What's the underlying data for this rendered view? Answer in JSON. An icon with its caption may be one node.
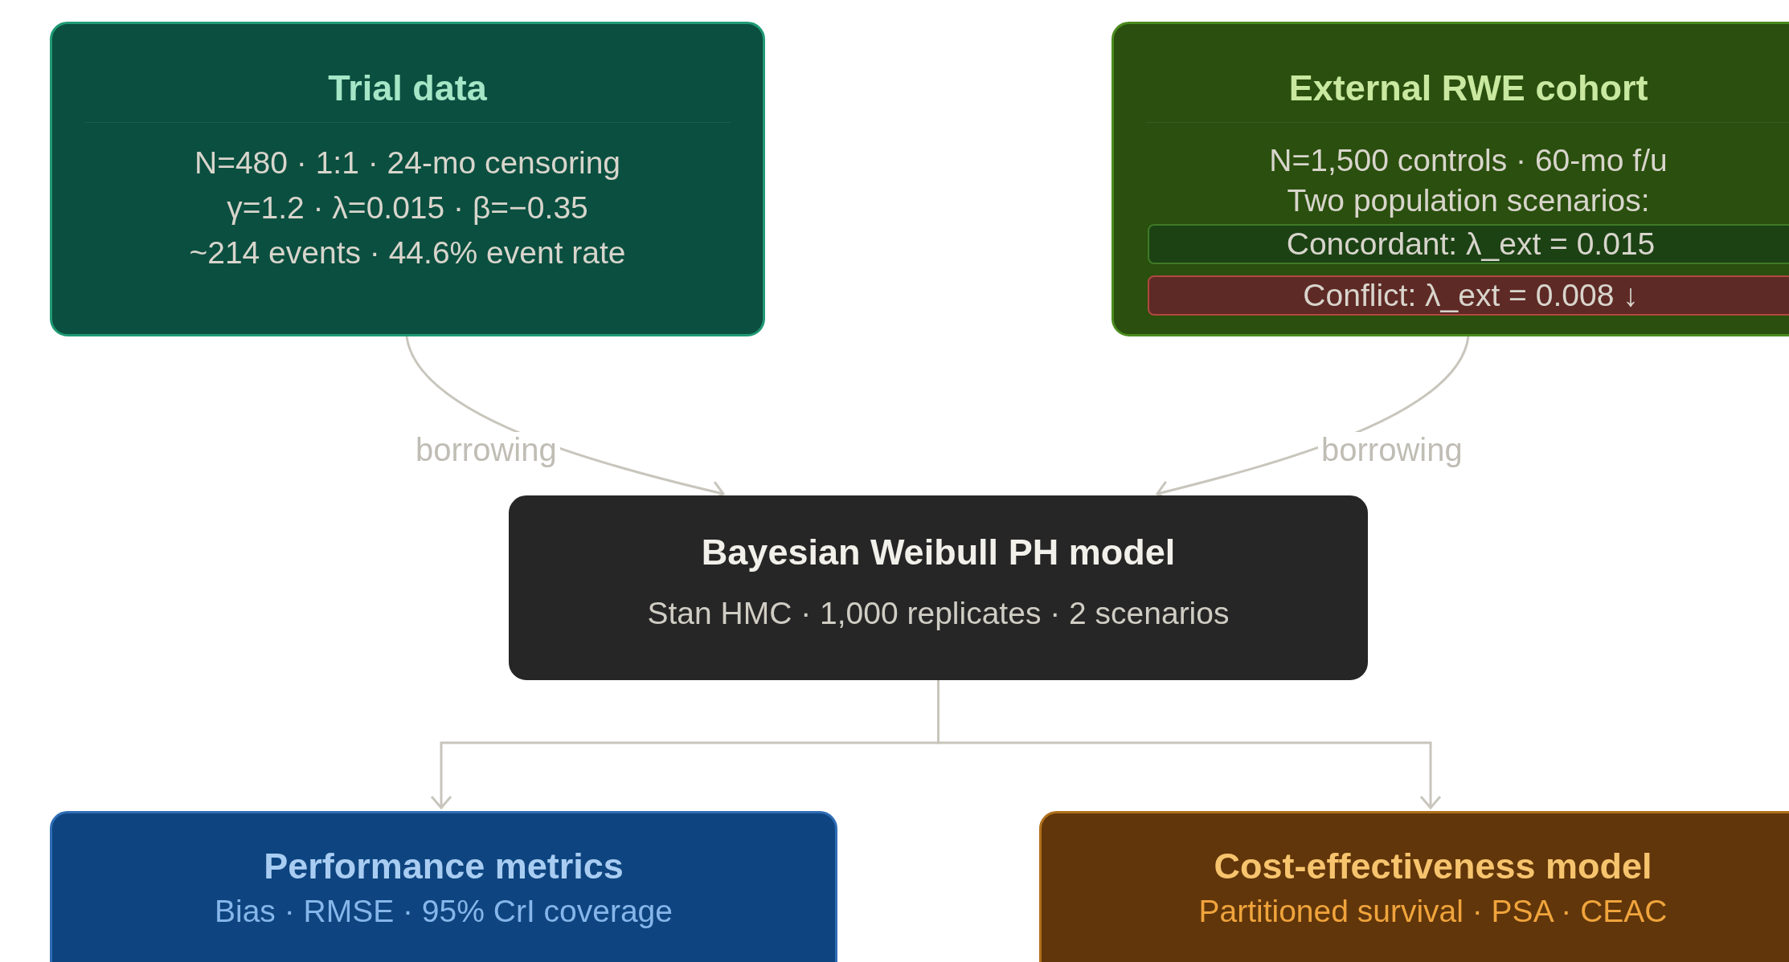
{
  "diagram": {
    "nodes": [
      {
        "text": [
          "Trial data",
          "N=480 · 1:1 · 24-mo censoring",
          "γ=1.2 · λ=0.015 · β=−0.35",
          "~214 events · 44.6% event rate"
        ]
      },
      {
        "text": [
          "External RWE cohort",
          "N=1,500 controls · 60-mo f/u",
          "Two population scenarios:"
        ]
      },
      {
        "text": [
          "Concordant: λ_ext = 0.015"
        ],
        "in": 1
      },
      {
        "text": [
          "Conflict: λ_ext = 0.008 ↓"
        ],
        "in": 1
      },
      {
        "text": [
          "Bayesian Weibull PH model",
          "Stan HMC · 1,000 replicates · 2 scenarios"
        ]
      },
      {
        "text": [
          "Performance metrics",
          "Bias · RMSE · 95% CrI coverage"
        ]
      },
      {
        "text": [
          "Cost-effectiveness model",
          "Partitioned survival · PSA · CEAC"
        ]
      }
    ],
    "edges": [
      {
        "from": 0,
        "to": 4,
        "arrow": "to",
        "label": "borrowing"
      },
      {
        "from": 1,
        "to": 4,
        "arrow": "to",
        "label": "borrowing"
      },
      {
        "from": 4,
        "to": 5,
        "arrow": "to"
      },
      {
        "from": 4,
        "to": 6,
        "arrow": "to"
      }
    ]
  }
}
